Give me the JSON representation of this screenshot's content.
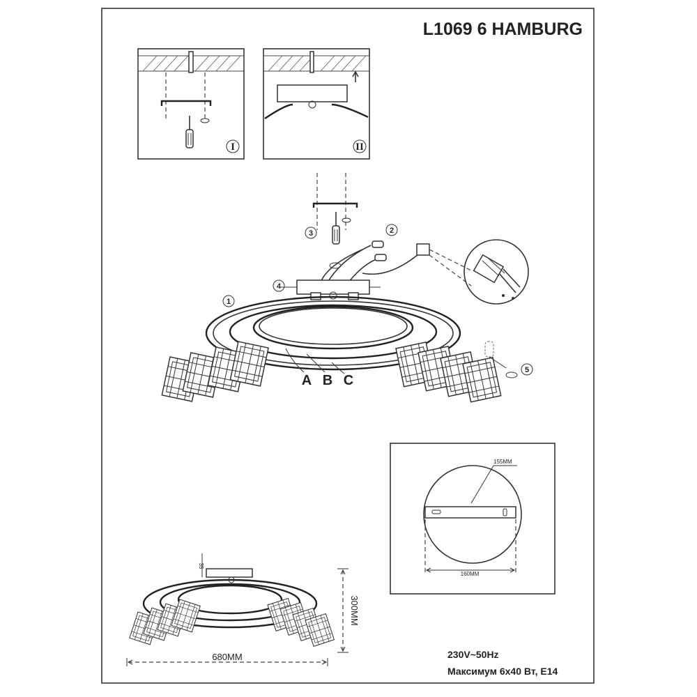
{
  "sheet": {
    "title": "L1069 6 HAMBURG",
    "spec_voltage": "230V~50Hz",
    "spec_max": "Максимум 6x40 Вт, E14"
  },
  "steps": {
    "step_I": "I",
    "step_II": "II",
    "step_1": "1",
    "step_2": "2",
    "step_3": "3",
    "step_4": "4",
    "step_5": "5"
  },
  "rings": {
    "label_a": "A",
    "label_b": "B",
    "label_c": "C"
  },
  "plate": {
    "dim_top": "155MM",
    "dim_bottom": "160MM"
  },
  "overall": {
    "width": "680MM",
    "height": "300MM",
    "canopy_height": "35"
  }
}
